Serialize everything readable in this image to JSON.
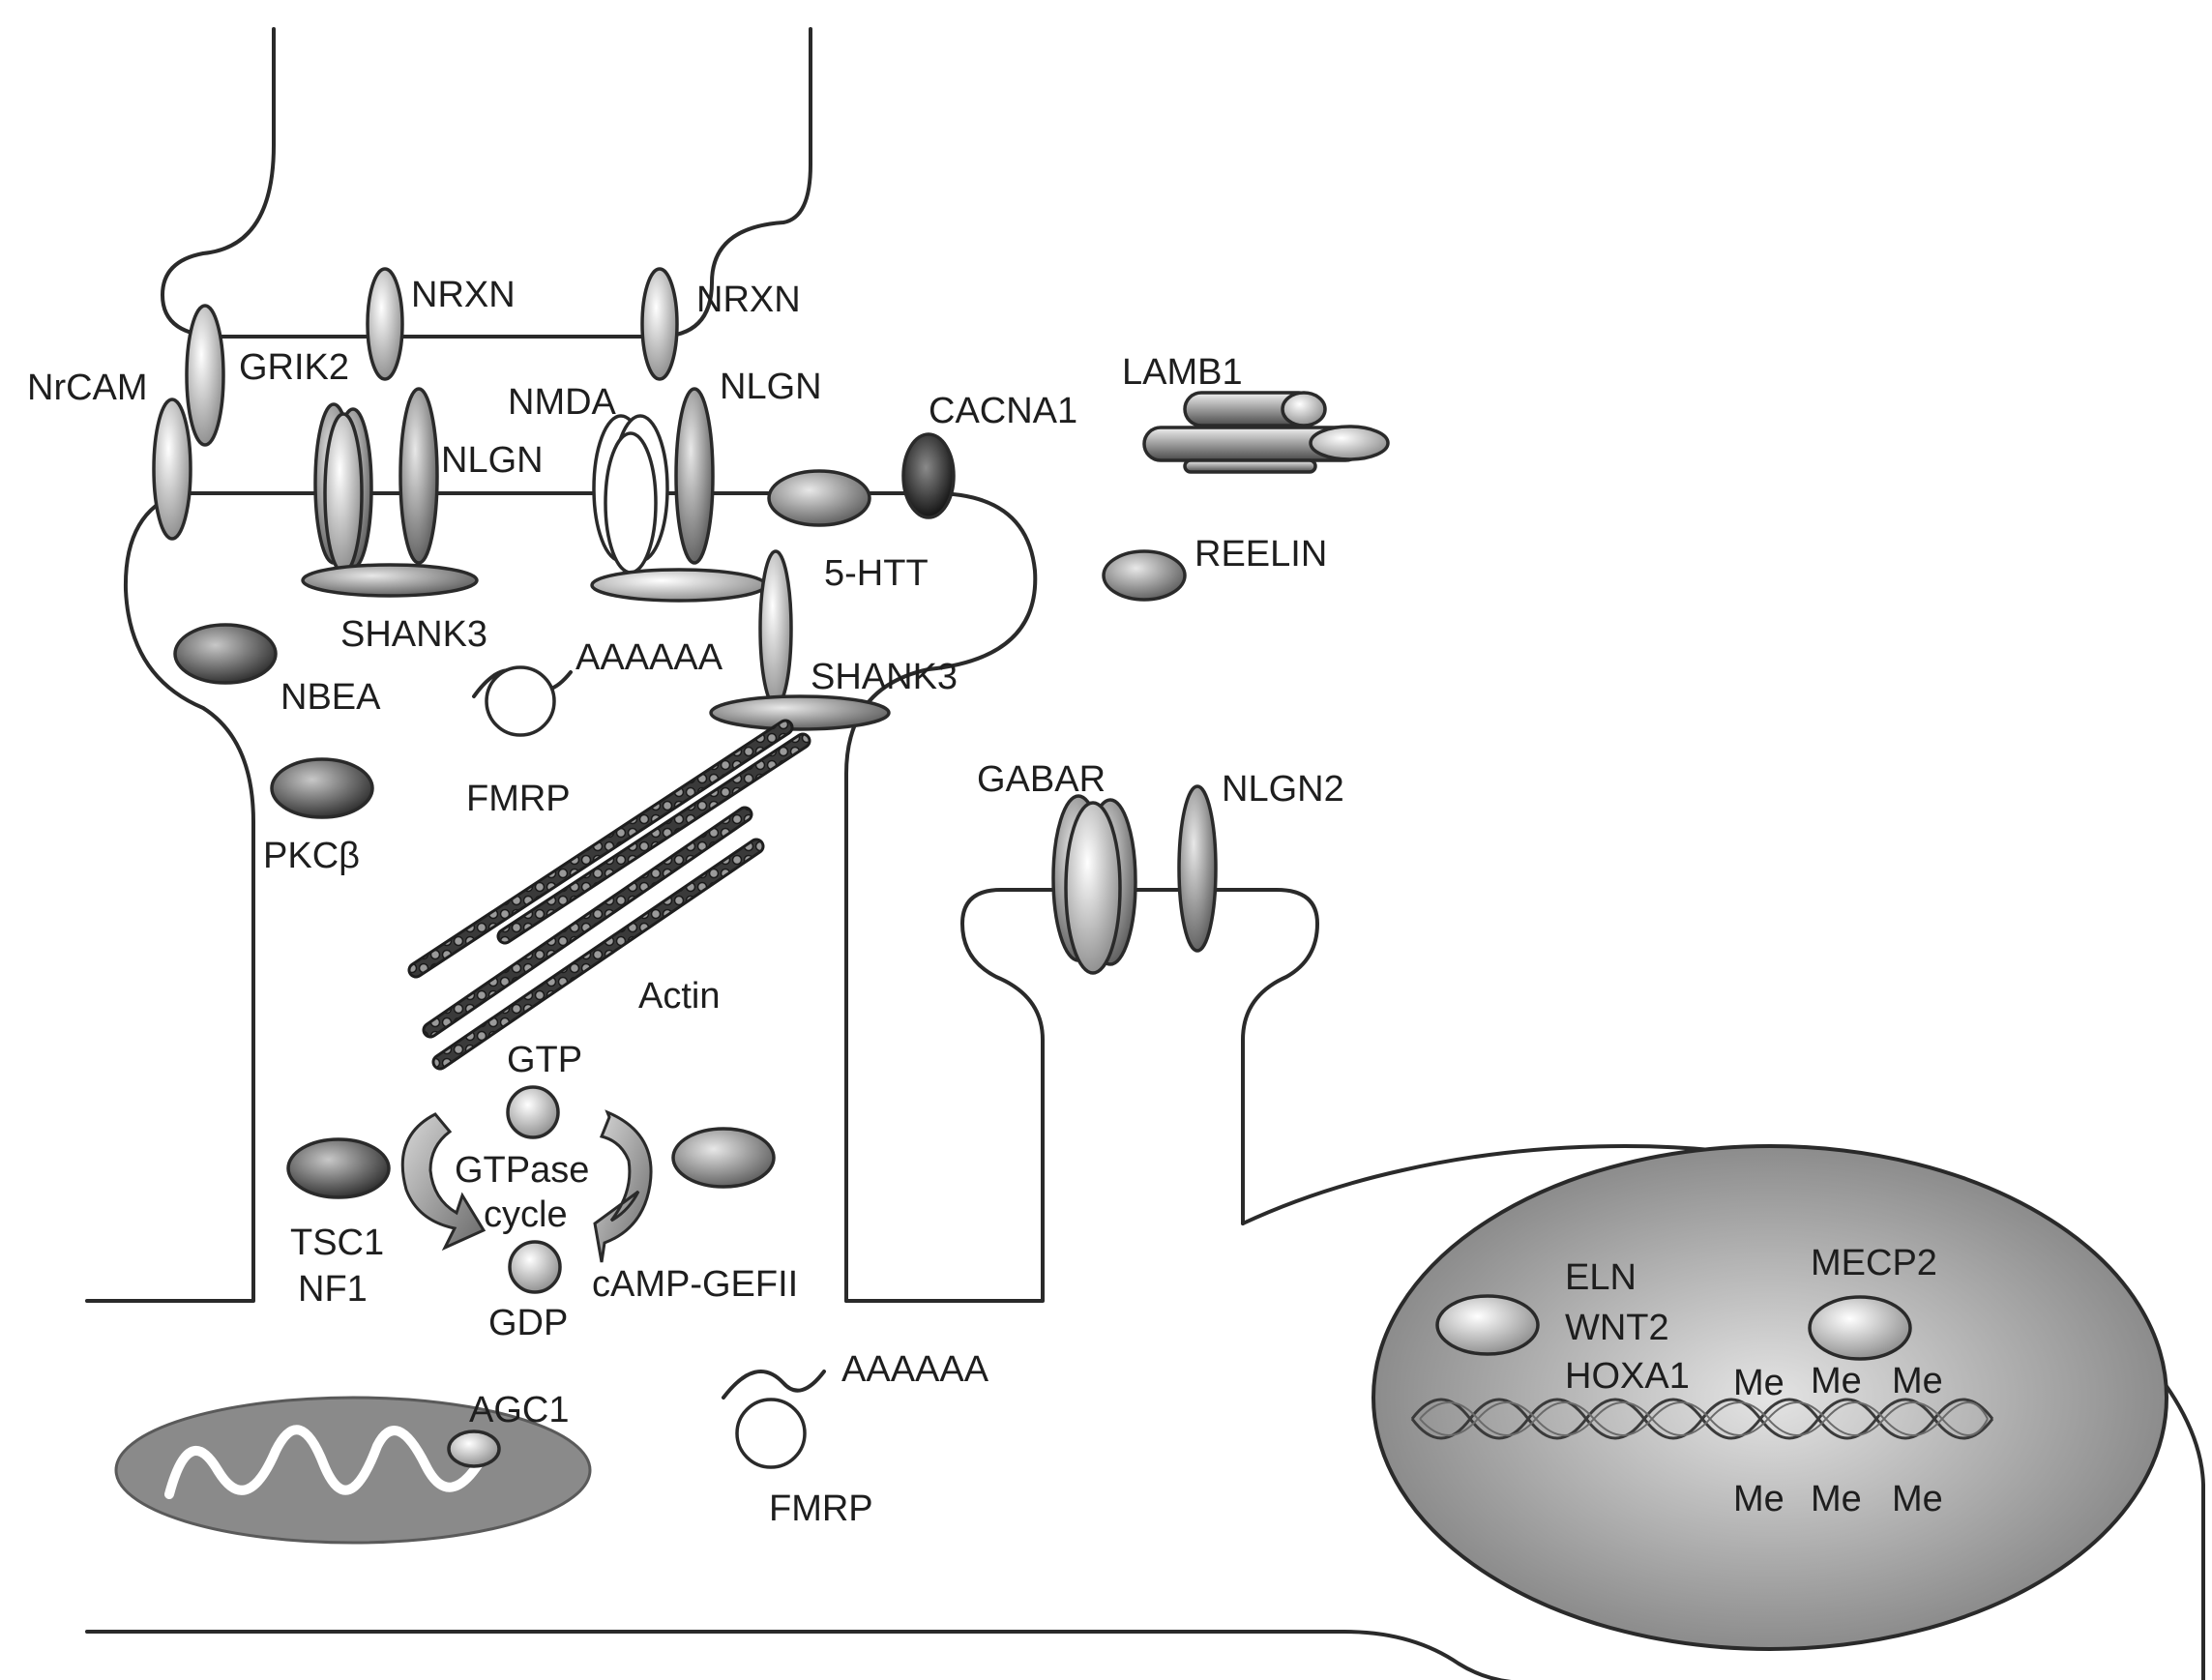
{
  "labels": {
    "nrxn_left": "NRXN",
    "nrxn_right": "NRXN",
    "nrcam": "NrCAM",
    "grik2": "GRIK2",
    "nmda": "NMDA",
    "nlgn_left": "NLGN",
    "nlgn_right": "NLGN",
    "cacna1": "CACNA1",
    "lamb1": "LAMB1",
    "htt": "5-HTT",
    "reelin": "REELIN",
    "shank3_left": "SHANK3",
    "shank3_right": "SHANK3",
    "nbea": "NBEA",
    "polya_top": "AAAAAA",
    "fmrp_top": "FMRP",
    "pkcb": "PKCβ",
    "gabar": "GABAR",
    "nlgn2": "NLGN2",
    "actin": "Actin",
    "gtp": "GTP",
    "gtpase": "GTPase",
    "cycle": "cycle",
    "gdp": "GDP",
    "tsc1": "TSC1",
    "nf1": "NF1",
    "camp_gefii": "cAMP-GEFII",
    "agc1": "AGC1",
    "polya_bottom": "AAAAAA",
    "fmrp_bottom": "FMRP",
    "eln": "ELN",
    "wnt2": "WNT2",
    "hoxa1": "HOXA1",
    "mecp2": "MECP2",
    "me": "Me"
  }
}
